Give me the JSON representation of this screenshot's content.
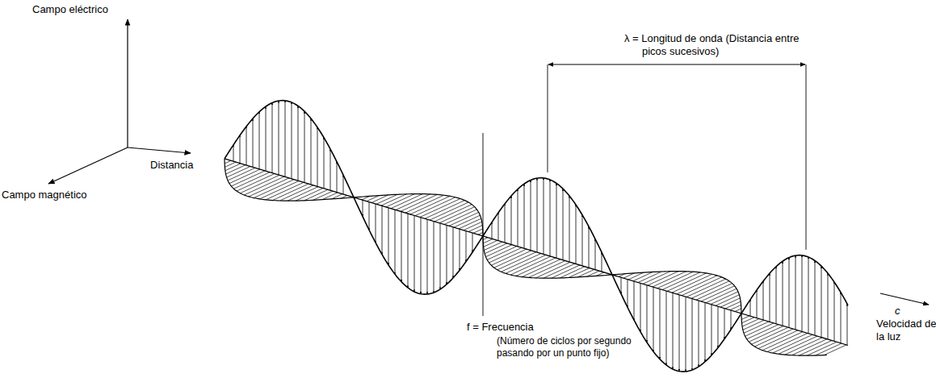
{
  "diagram": {
    "labels": [
      "Campo eléctrico",
      "Distancia",
      "Campo magnético",
      "λ = Longitud de onda (Distancia entre picos sucesivos)",
      "c",
      "Velocidad de la luz",
      "f = Frecuencia",
      "(Número de ciclos por segundo pasando por un punto fijo)"
    ]
  }
}
